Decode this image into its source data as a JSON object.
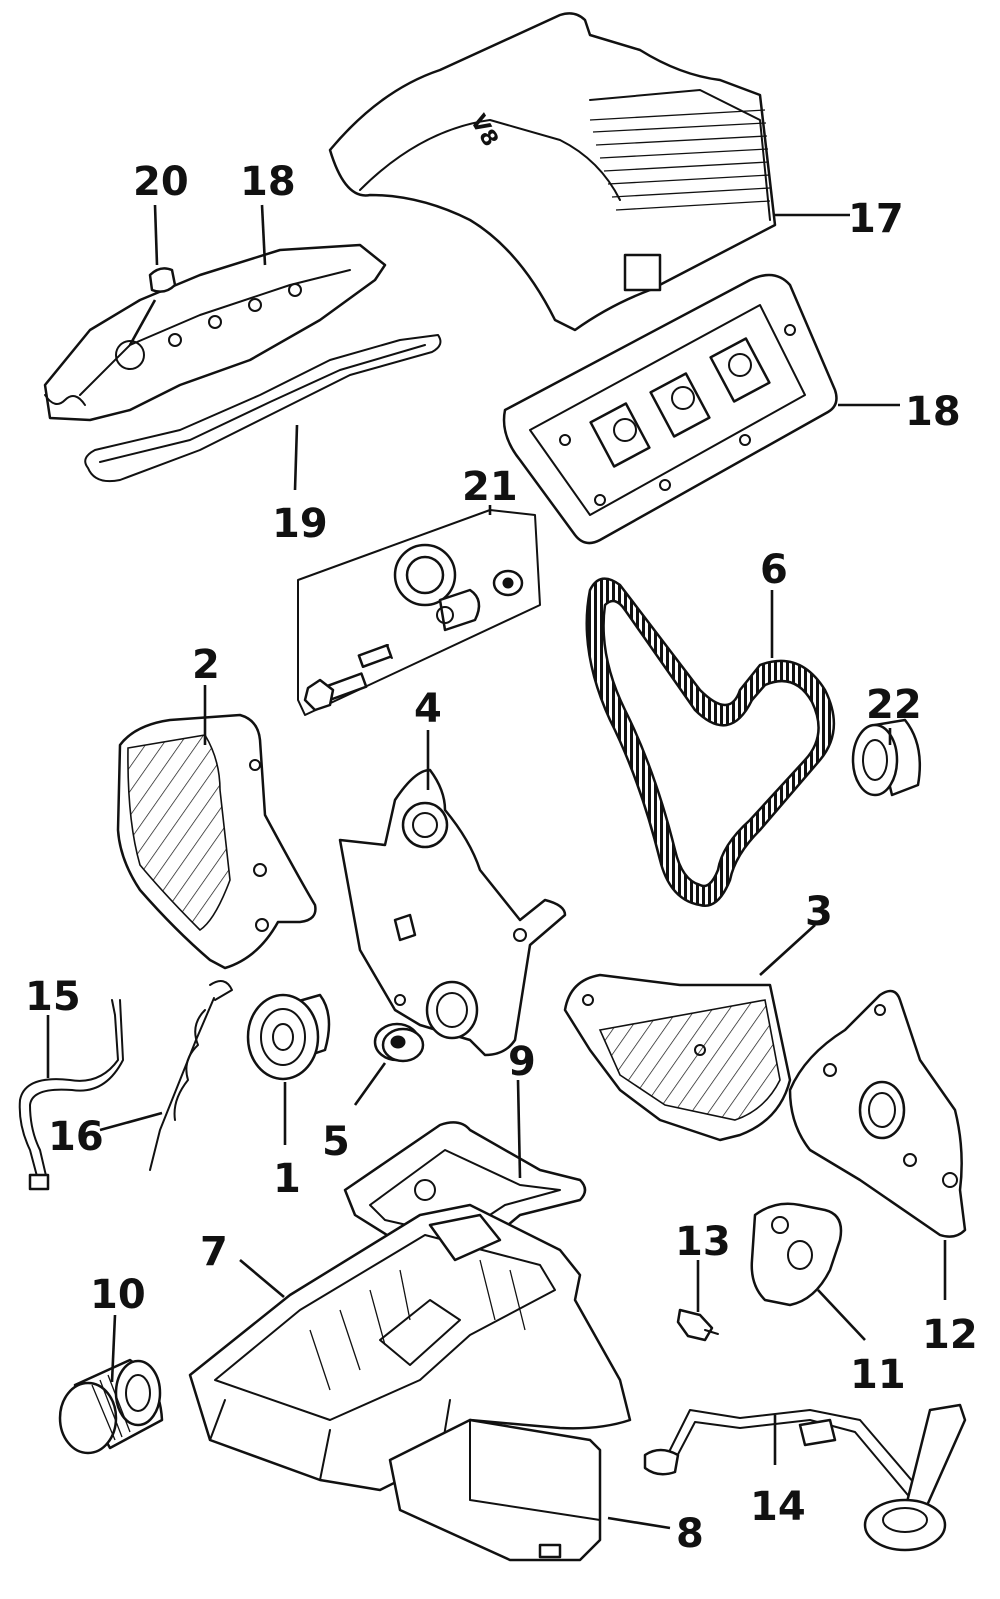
{
  "callouts": [
    {
      "part": "timing-belt-idler-pulley",
      "label": "1"
    },
    {
      "part": "front-timing-cover",
      "label": "2"
    },
    {
      "part": "rear-timing-cover",
      "label": "3"
    },
    {
      "part": "timing-belt-inner-cover",
      "label": "4"
    },
    {
      "part": "crankshaft-gear",
      "label": "5"
    },
    {
      "part": "timing-belt",
      "label": "6"
    },
    {
      "part": "oil-pan-upper",
      "label": "7"
    },
    {
      "part": "oil-pan-lower",
      "label": "8"
    },
    {
      "part": "oil-pan-gasket",
      "label": "9"
    },
    {
      "part": "oil-filter",
      "label": "10"
    },
    {
      "part": "oil-filter-adapter",
      "label": "11"
    },
    {
      "part": "oil-pump",
      "label": "12"
    },
    {
      "part": "oil-pressure-switch",
      "label": "13"
    },
    {
      "part": "oil-pickup-tube",
      "label": "14"
    },
    {
      "part": "dipstick-tube",
      "label": "15"
    },
    {
      "part": "dipstick",
      "label": "16"
    },
    {
      "part": "engine-cover",
      "label": "17"
    },
    {
      "part": "valve-cover-left",
      "label": "18"
    },
    {
      "part": "valve-cover-right",
      "label": "18"
    },
    {
      "part": "valve-cover-gasket",
      "label": "19"
    },
    {
      "part": "oil-filler-cap",
      "label": "20"
    },
    {
      "part": "timing-belt-tensioner-kit",
      "label": "21"
    },
    {
      "part": "tensioner-pulley",
      "label": "22"
    }
  ],
  "embossed_text": "V8"
}
